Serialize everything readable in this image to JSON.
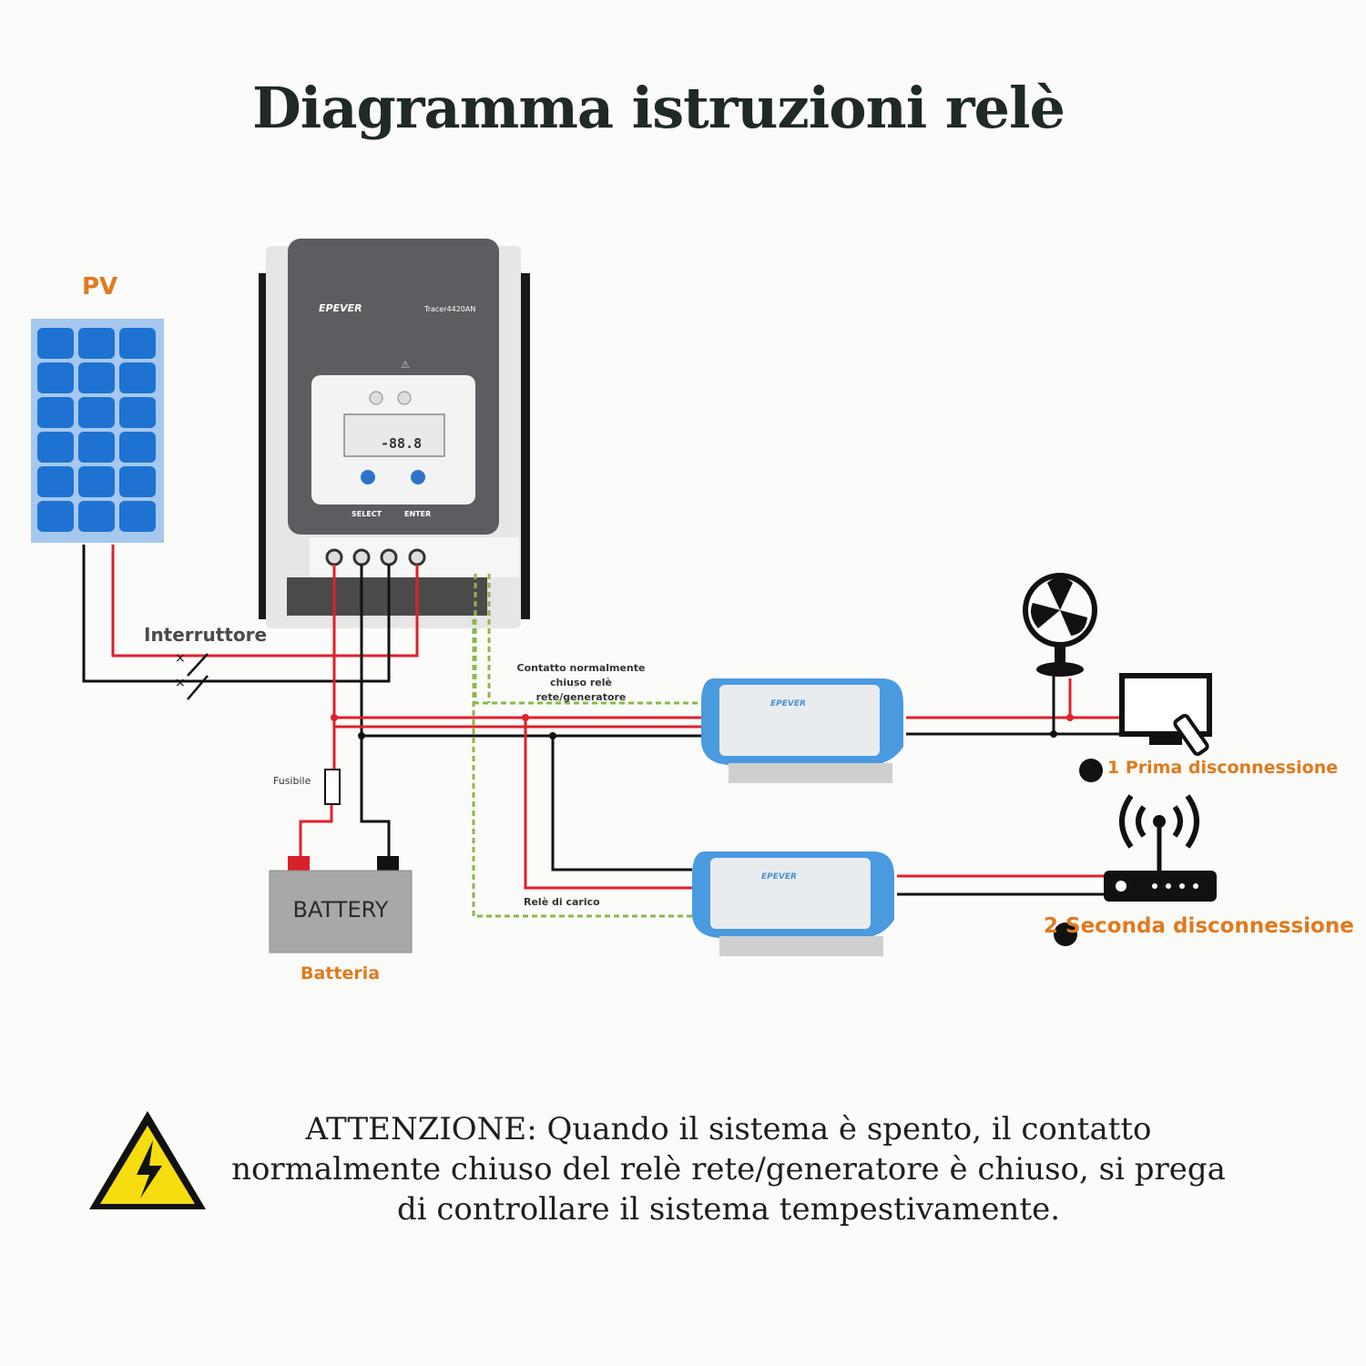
{
  "title": "Diagramma istruzioni relè",
  "labels": {
    "pv": "PV",
    "switch": "Interruttore",
    "fuse": "Fusibile",
    "battery_device": "BATTERY",
    "battery": "Batteria",
    "nc_contact": "Contatto normalmente chiuso relè rete/generatore",
    "load_relay": "Relè di carico",
    "first_disconnect": "1 Prima disconnessione",
    "second_disconnect": "2 Seconda disconnessione"
  },
  "controller": {
    "brand": "EPEVER",
    "model": "Tracer4420AN",
    "button_select": "SELECT",
    "button_enter": "ENTER",
    "display": "-88.8"
  },
  "inverters": [
    {
      "brand": "EPEVER"
    },
    {
      "brand": "EPEVER"
    }
  ],
  "warning_text": "ATTENZIONE: Quando il sistema è spento, il contatto normalmente chiuso del relè rete/generatore è chiuso, si prega di controllare il sistema tempestivamente.",
  "colors": {
    "positive_wire": "#e0202a",
    "negative_wire": "#111111",
    "relay_wire": "#8ab84a",
    "accent": "#e07a1f",
    "panel_cell": "#1e73d2"
  },
  "icons": [
    "solar-panel-icon",
    "charge-controller-icon",
    "battery-icon",
    "fuse-icon",
    "switch-icon",
    "inverter-icon",
    "fan-icon",
    "tv-icon",
    "remote-icon",
    "router-icon",
    "warning-icon"
  ]
}
